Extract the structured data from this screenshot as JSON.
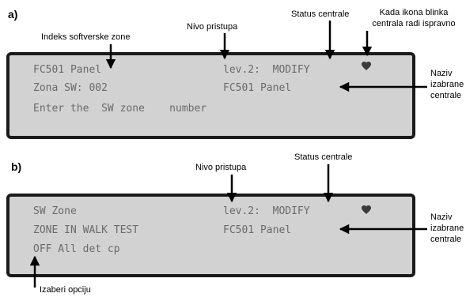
{
  "panel_a": {
    "tag": "a)",
    "lcd": {
      "line1_left": "FC501 Panel",
      "line1_right": "lev.2:  MODIFY",
      "line2_left": "Zona SW: 002",
      "line2_right": "FC501 Panel",
      "line3": "Enter the  SW zone    number"
    },
    "callouts": {
      "zone_index": "Indeks softverske zone",
      "access_level": "Nivo pristupa",
      "panel_status": "Status centrale",
      "blink_line1": "Kada ikona blinka",
      "blink_line2": "centrala radi ispravno",
      "name_line1": "Naziv",
      "name_line2": "izabrane",
      "name_line3": "centrale"
    }
  },
  "panel_b": {
    "tag": "b)",
    "lcd": {
      "line1_left": "SW Zone",
      "line1_right": "lev.2:  MODIFY",
      "line2_left": "ZONE IN WALK TEST",
      "line2_right": "FC501 Panel",
      "line3": "OFF All det cp"
    },
    "callouts": {
      "access_level": "Nivo pristupa",
      "panel_status": "Status centrale",
      "name_line1": "Naziv",
      "name_line2": "izabrane",
      "name_line3": "centrale",
      "choose_option": "Izaberi opciju"
    }
  }
}
